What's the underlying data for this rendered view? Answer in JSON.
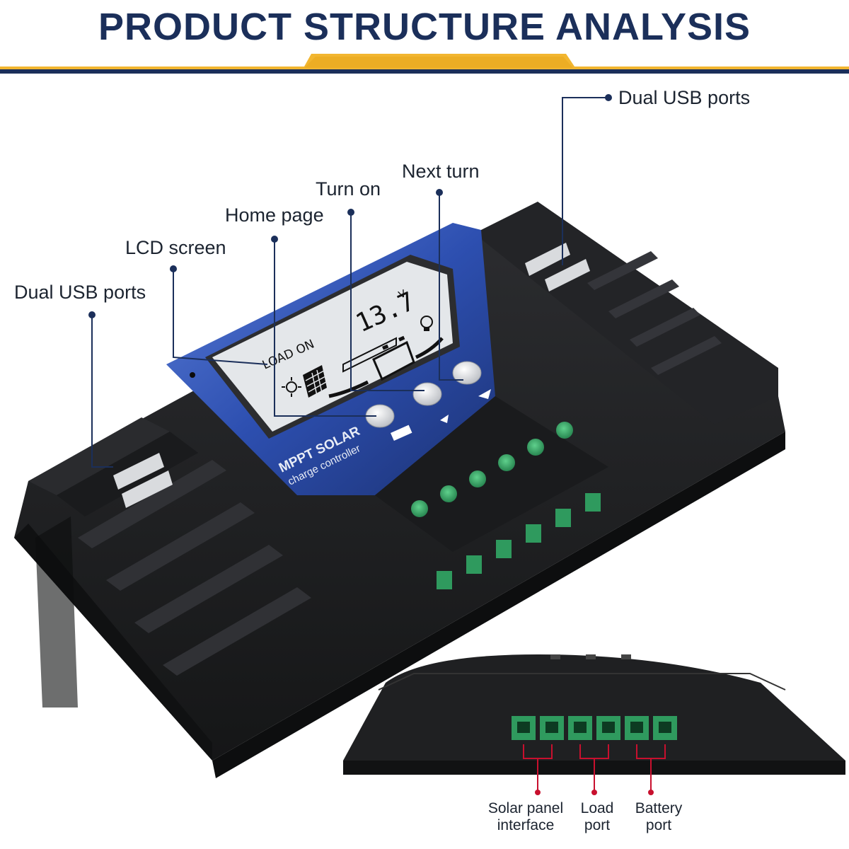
{
  "header": {
    "title": "PRODUCT STRUCTURE ANALYSIS"
  },
  "callouts": {
    "dual_usb_right": "Dual USB ports",
    "next_turn": "Next turn",
    "turn_on": "Turn on",
    "home_page": "Home page",
    "lcd_screen": "LCD screen",
    "dual_usb_left": "Dual USB ports"
  },
  "device": {
    "brand_line1": "MPPT SOLAR",
    "brand_line2": "charge controller",
    "lcd_voltage": "13.7",
    "lcd_unit": "V",
    "lcd_status": "LOAD ON"
  },
  "ports": {
    "solar_line1": "Solar panel",
    "solar_line2": "interface",
    "load_line1": "Load",
    "load_line2": "port",
    "battery_line1": "Battery",
    "battery_line2": "port"
  },
  "colors": {
    "title": "#1b2f5a",
    "accent_gold": "#f2b630",
    "panel_blue": "#2d4fb0",
    "body_black": "#1e1f21",
    "terminal_green": "#2f9a5e",
    "callout_line": "#1b2f5a",
    "port_line": "#c8102e"
  },
  "icons": [
    "usb-port-icon",
    "sun-icon",
    "solar-panel-icon",
    "battery-icon",
    "bulb-icon",
    "home-button-icon",
    "up-button-icon",
    "next-button-icon"
  ]
}
